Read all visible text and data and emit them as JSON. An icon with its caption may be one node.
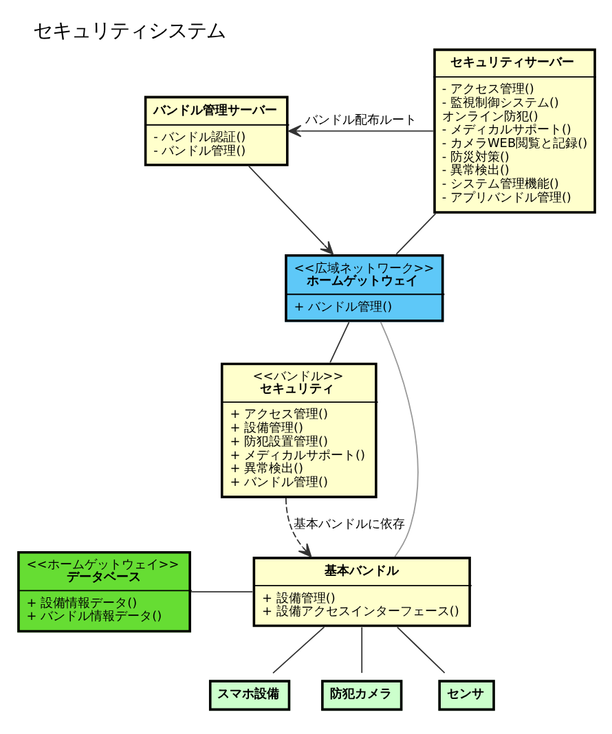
{
  "diagram": {
    "title": "セキュリティシステム",
    "nodes": [
      {
        "text": [
          "バンドル管理サーバー",
          "- バンドル認証()",
          "- バンドル管理()"
        ]
      },
      {
        "text": [
          "セキュリティサーバー",
          "- アクセス管理()",
          "- 監視制御システム()",
          "オンライン防犯()",
          "- メディカルサポート()",
          "- カメラWEB閲覧と記録()",
          "- 防災対策()",
          "- 異常検出()",
          "- システム管理機能()",
          "- アプリバンドル管理()"
        ]
      },
      {
        "text": [
          "<<広域ネットワーク>>",
          "ホームゲットウェイ",
          "+ バンドル管理()"
        ]
      },
      {
        "text": [
          "<<バンドル>>",
          "セキュリティ",
          "+ アクセス管理()",
          "+ 設備管理()",
          "+ 防犯設置管理()",
          "+ メディカルサポート()",
          "+ 異常検出()",
          "+ バンドル管理()"
        ]
      },
      {
        "text": [
          "<<ホームゲットウェイ>>",
          "データベース",
          "+ 設備情報データ()",
          "+ バンドル情報データ()"
        ]
      },
      {
        "text": [
          "基本バンドル",
          "+ 設備管理()",
          "+ 設備アクセスインターフェース()"
        ]
      },
      {
        "text": [
          "スマホ設備"
        ]
      },
      {
        "text": [
          "防犯カメラ"
        ]
      },
      {
        "text": [
          "センサ"
        ]
      }
    ],
    "edges": [
      {
        "from": 1,
        "to": 0,
        "arrow": "to",
        "label": "バンドル配布ルート"
      },
      {
        "from": 0,
        "to": 2,
        "arrow": "to"
      },
      {
        "from": 1,
        "to": 2,
        "arrow": "none"
      },
      {
        "from": 2,
        "to": 3,
        "arrow": "none"
      },
      {
        "from": 2,
        "to": 5,
        "arrow": "none",
        "color": "#999999"
      },
      {
        "from": 3,
        "to": 5,
        "arrow": "to",
        "style": "dashed",
        "label": "基本バンドルに依存"
      },
      {
        "from": 4,
        "to": 5,
        "arrow": "none"
      },
      {
        "from": 5,
        "to": 6,
        "arrow": "none"
      },
      {
        "from": 5,
        "to": 7,
        "arrow": "none"
      },
      {
        "from": 5,
        "to": 8,
        "arrow": "none"
      }
    ]
  }
}
